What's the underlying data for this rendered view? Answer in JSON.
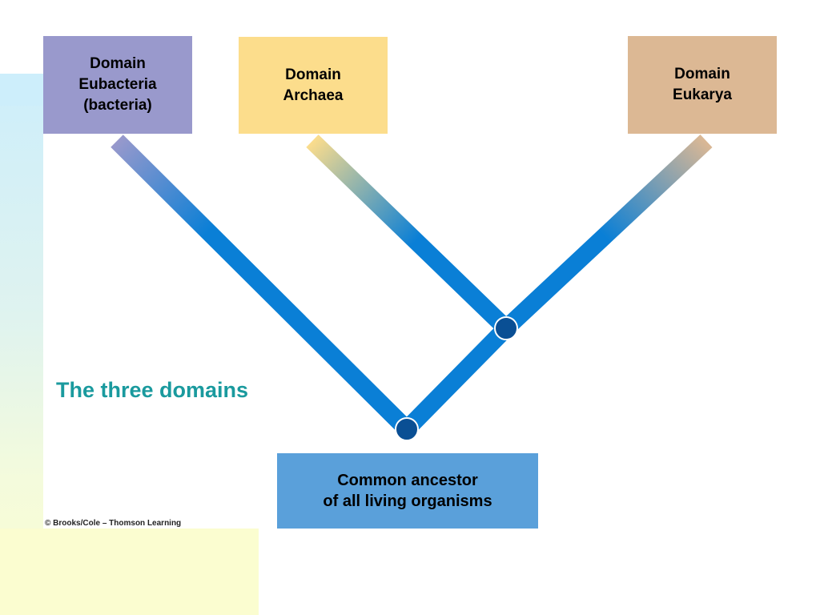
{
  "domains": {
    "eubacteria": {
      "label": "Domain\nEubacteria\n(bacteria)",
      "color": "#9999cc"
    },
    "archaea": {
      "label": "Domain\nArchaea",
      "color": "#fcdd8c"
    },
    "eukarya": {
      "label": "Domain\nEukarya",
      "color": "#dcb894"
    }
  },
  "root": {
    "label": "Common ancestor\nof all living organisms",
    "color": "#5aa0da"
  },
  "caption": "The three domains",
  "credit": "© Brooks/Cole – Thomson Learning",
  "colors": {
    "branch": "#0a7fd6",
    "node": "#0a4f94",
    "caption": "#1a9a9e"
  }
}
